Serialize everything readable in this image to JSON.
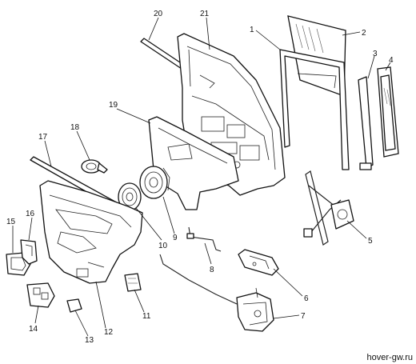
{
  "callouts": [
    {
      "id": "c1",
      "label": "1"
    },
    {
      "id": "c2",
      "label": "2"
    },
    {
      "id": "c3",
      "label": "3"
    },
    {
      "id": "c4",
      "label": "4"
    },
    {
      "id": "c5",
      "label": "5"
    },
    {
      "id": "c6",
      "label": "6"
    },
    {
      "id": "c7",
      "label": "7"
    },
    {
      "id": "c8",
      "label": "8"
    },
    {
      "id": "c9",
      "label": "9"
    },
    {
      "id": "c10",
      "label": "10"
    },
    {
      "id": "c11",
      "label": "11"
    },
    {
      "id": "c12",
      "label": "12"
    },
    {
      "id": "c13",
      "label": "13"
    },
    {
      "id": "c14",
      "label": "14"
    },
    {
      "id": "c15",
      "label": "15"
    },
    {
      "id": "c16",
      "label": "16"
    },
    {
      "id": "c17",
      "label": "17"
    },
    {
      "id": "c18",
      "label": "18"
    },
    {
      "id": "c19",
      "label": "19"
    },
    {
      "id": "c20",
      "label": "20"
    },
    {
      "id": "c21",
      "label": "21"
    }
  ],
  "watermark": "hover-gw.ru"
}
